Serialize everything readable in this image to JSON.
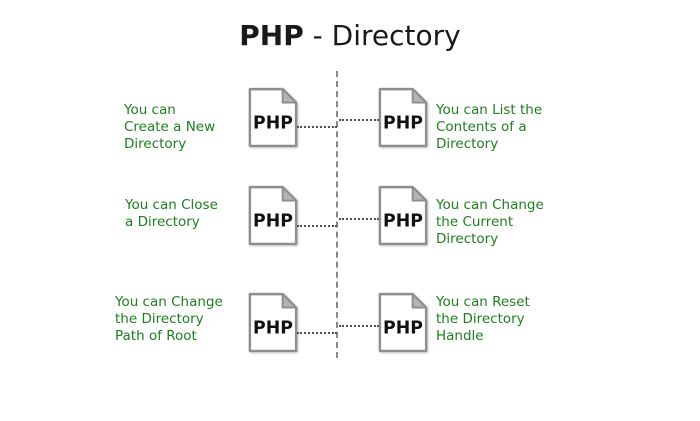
{
  "title": {
    "product": "PHP",
    "topic": " - Directory"
  },
  "icon": {
    "label": "PHP"
  },
  "colors": {
    "label_green": "#1e7e1e",
    "title_black": "#1a1a1a",
    "icon_border_gray": "#8e8e8e",
    "icon_fold_gray": "#b4b4b4",
    "connector_dot_gray": "#4f4f4f",
    "spine_dash_gray": "#888888",
    "page_fill": "#ffffff"
  },
  "rows": [
    {
      "left_lines": [
        "You can",
        "Create a New",
        "Directory"
      ],
      "right_lines": [
        "You can List the",
        "Contents of a",
        "Directory"
      ]
    },
    {
      "left_lines": [
        "You can Close",
        "a Directory"
      ],
      "right_lines": [
        "You can Change",
        "the Current",
        "Directory"
      ]
    },
    {
      "left_lines": [
        "You can Change",
        "the Directory",
        "Path of Root"
      ],
      "right_lines": [
        "You can Reset",
        "the Directory",
        "Handle"
      ]
    }
  ]
}
